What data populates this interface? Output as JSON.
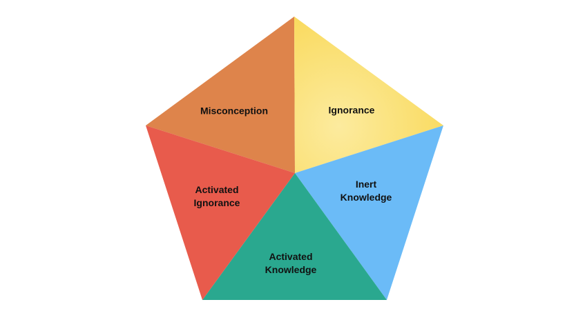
{
  "diagram": {
    "segments": [
      {
        "id": "misconception",
        "label": "Misconception",
        "color": "#DE844B"
      },
      {
        "id": "ignorance",
        "label": "Ignorance",
        "color": "#FADC6A"
      },
      {
        "id": "inert-knowledge",
        "label_line1": "Inert",
        "label_line2": "Knowledge",
        "color": "#6BBBF7"
      },
      {
        "id": "activated-knowledge",
        "label_line1": "Activated",
        "label_line2": "Knowledge",
        "color": "#2AA88F"
      },
      {
        "id": "activated-ignorance",
        "label_line1": "Activated",
        "label_line2": "Ignorance",
        "color": "#E85B4C"
      }
    ]
  }
}
